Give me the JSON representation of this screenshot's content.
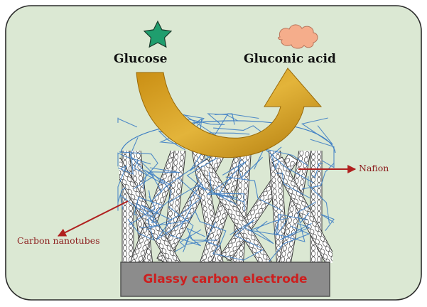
{
  "labels": {
    "reactant": "Glucose",
    "product": "Gluconic acid",
    "membrane": "Nafion",
    "nanotubes": "Carbon nanotubes",
    "electrode": "Glassy carbon electrode"
  },
  "icons": {
    "reactant": "star-icon",
    "product": "cloud-icon"
  },
  "colors": {
    "background_panel": "#dbe8d3",
    "arrow": "#d9a21a",
    "star": "#1f9e6e",
    "cloud": "#f5ad8b",
    "polymer_mesh": "#3f7fc4",
    "electrode": "#8c8c8c",
    "electrode_text": "#cc1f1f",
    "pointer": "#b0201e"
  }
}
